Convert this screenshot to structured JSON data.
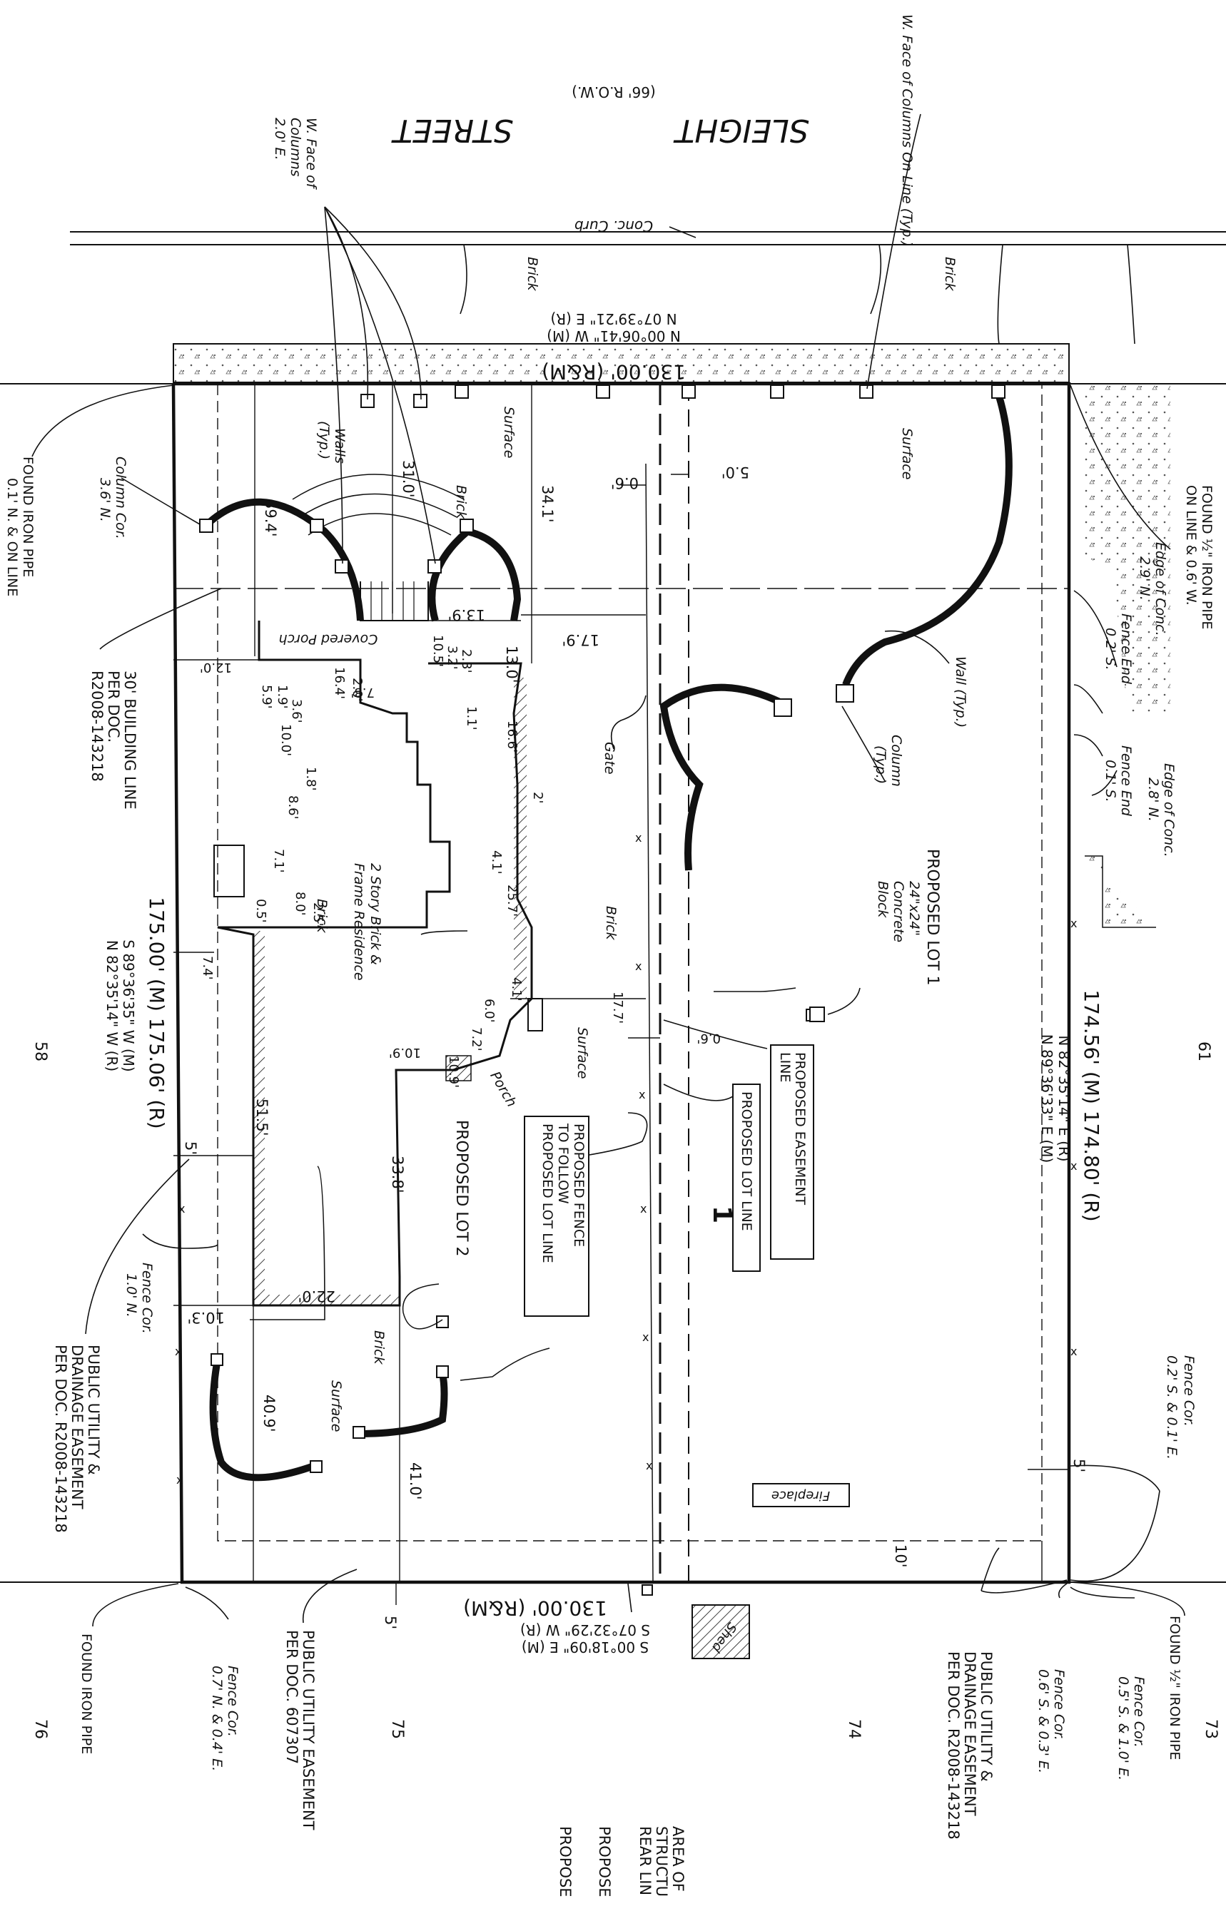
{
  "street": {
    "name_1": "SLEIGHT",
    "name_2": "STREET",
    "row": "(66' R.O.W.)",
    "curb": "Conc. Curb"
  },
  "north_line": {
    "distance": "130.00' (R&M)",
    "bearing_m": "N 00°06'41\" W (M)",
    "bearing_r": "N 07°39'21\" E (R)"
  },
  "south_line": {
    "distance": "130.00' (R&M)",
    "bearing_r": "S 07°32'29\" W (R)",
    "bearing_m": "S 00°18'09\" E (M)"
  },
  "east_line": {
    "distance": "174.56' (M) 174.80' (R)",
    "bearing_m": "N 89°36'33\" E (M)",
    "bearing_r": "N 82°35'14\" E (R)"
  },
  "west_line": {
    "distance": "175.00' (M) 175.06' (R)",
    "bearing_m": "S 89°36'35\" W (M)",
    "bearing_r": "N 82°35'14\" W (R)"
  },
  "callouts": {
    "w_face_columns_online": "W. Face of Columns On Line (Typ.)",
    "w_face_columns_2e_1": "W. Face of",
    "w_face_columns_2e_2": "Columns",
    "w_face_columns_2e_3": "2.0' E.",
    "found_pipe_ne_1": "FOUND ½\" IRON PIPE",
    "found_pipe_ne_2": "ON LINE & 0.6' W.",
    "found_pipe_nw_1": "FOUND IRON PIPE",
    "found_pipe_nw_2": "0.1' N. & ON LINE",
    "column_cor_1": "Column Cor.",
    "column_cor_2": "3.6' N.",
    "building_line_1": "30' BUILDING LINE",
    "building_line_2": "PER DOC.",
    "building_line_3": "R2008-143218",
    "edge_conc_1_a": "Edge of Conc.",
    "edge_conc_1_b": "2.9' N.",
    "fence_end_1_a": "Fence End",
    "fence_end_1_b": "0.2' S.",
    "fence_end_2_a": "Fence End",
    "fence_end_2_b": "0.1' S.",
    "edge_conc_2_a": "Edge of Conc.",
    "edge_conc_2_b": "2.8' N.",
    "wall_typ": "Wall (Typ.)",
    "column_typ_1": "Column",
    "column_typ_2": "(Typ.)",
    "walls_typ_1": "Walls",
    "walls_typ_2": "(Typ.)",
    "gate": "Gate",
    "concrete_block_1": "24\"x24\"",
    "concrete_block_2": "Concrete",
    "concrete_block_3": "Block",
    "fence_cor_ne_1": "Fence Cor.",
    "fence_cor_ne_2": "0.2' S. & 0.1' E.",
    "fence_cor_mid_1": "Fence Cor.",
    "fence_cor_mid_2": "1.0' N.",
    "found_pipe_se": "FOUND ½\" IRON PIPE",
    "fence_cor_se1_1": "Fence Cor.",
    "fence_cor_se1_2": "0.5' S. & 1.0' E.",
    "fence_cor_se2_1": "Fence Cor.",
    "fence_cor_se2_2": "0.6' S. & 0.3' E.",
    "pue_east_1": "PUBLIC UTILITY &",
    "pue_east_2": "DRAINAGE EASEMENT",
    "pue_east_3": "PER DOC. R2008-143218",
    "pue_west_1": "PUBLIC UTILITY &",
    "pue_west_2": "DRAINAGE EASEMENT",
    "pue_west_3": "PER DOC. R2008-143218",
    "found_pipe_sw": "FOUND IRON PIPE",
    "fence_cor_sw_1": "Fence Cor.",
    "fence_cor_sw_2": "0.7' N. & 0.4' E.",
    "pue_south_1": "PUBLIC UTILITY EASEMENT",
    "pue_south_2": "PER DOC. 607307",
    "shed": "Shed",
    "fireplace": "Fireplace",
    "covered_porch": "Covered Porch",
    "porch": "Porch",
    "brick_1": "Brick",
    "brick_2": "Brick",
    "brick_3": "Brick",
    "brick_4": "Brick",
    "brick_5": "Brick",
    "brick_6": "Brick",
    "surface_1": "Surface",
    "surface_2": "Surface",
    "surface_3": "Surface",
    "surface_4": "Surface",
    "residence_1": "2 Story Brick &",
    "residence_2": "Frame Residence"
  },
  "boxes": {
    "easement_line_1": "PROPOSED EASEMENT",
    "easement_line_2": "LINE",
    "lot_line": "PROPOSED LOT LINE",
    "fence_1": "PROPOSED FENCE",
    "fence_2": "TO FOLLOW",
    "fence_3": "PROPOSED LOT LINE"
  },
  "lots": {
    "lot1": "PROPOSED LOT 1",
    "lot2": "PROPOSED LOT 2",
    "adj_58": "58",
    "adj_61": "61",
    "adj_73": "73",
    "adj_74": "74",
    "adj_75": "75",
    "adj_76": "76",
    "marker": "1"
  },
  "dimensions": {
    "d31_0": "31.0'",
    "d34_1": "34.1'",
    "d39_4": "39.4'",
    "d13_9": "13.9'",
    "d17_9": "17.9'",
    "d13_0": "13.0'",
    "d0_6a": "0.6'",
    "d5_0": "5.0'",
    "d2_3": "2.3'",
    "d3_2": "3.2'",
    "d10_5": "10.5'",
    "d7_8": "7.8'",
    "d2_0": "2.0'",
    "d16_4": "16.4'",
    "d12_0": "12.0'",
    "d3_6": "3.6'",
    "d1_9": "1.9'",
    "d5_9": "5.9'",
    "d10_0": "10.0'",
    "d1_8": "1.8'",
    "d8_6": "8.6'",
    "d16_6": "16.6'",
    "d1_1": "1.1'",
    "d2_a": "2'",
    "d25_7": "25.7'",
    "d4_1a": "4.1'",
    "d7_1": "7.1'",
    "d0_5": "0.5'",
    "d2_5": "2.5'",
    "d8_0": "8.0'",
    "d7_4": "7.4'",
    "d4_1b": "4.1'",
    "d6_0": "6.0'",
    "d7_2": "7.2'",
    "d10_9a": "10.9'",
    "d10_9b": "10.9'",
    "d17_7": "17.7'",
    "d0_6b": "0.6'",
    "d51_5": "51.5'",
    "d33_8": "33.8'",
    "d5_a": "5'",
    "d22_0": "22.0'",
    "d10_3": "10.3'",
    "d40_9": "40.9'",
    "d41_0": "41.0'",
    "d5_b": "5'",
    "d10_c": "10'",
    "d5_c": "5'"
  },
  "cutoff_text": {
    "t1": "AREA OF",
    "t2": "STRUCTU",
    "t3": "REAR LIN",
    "t4": "PROPOSE",
    "t5": "PROPOSE"
  }
}
